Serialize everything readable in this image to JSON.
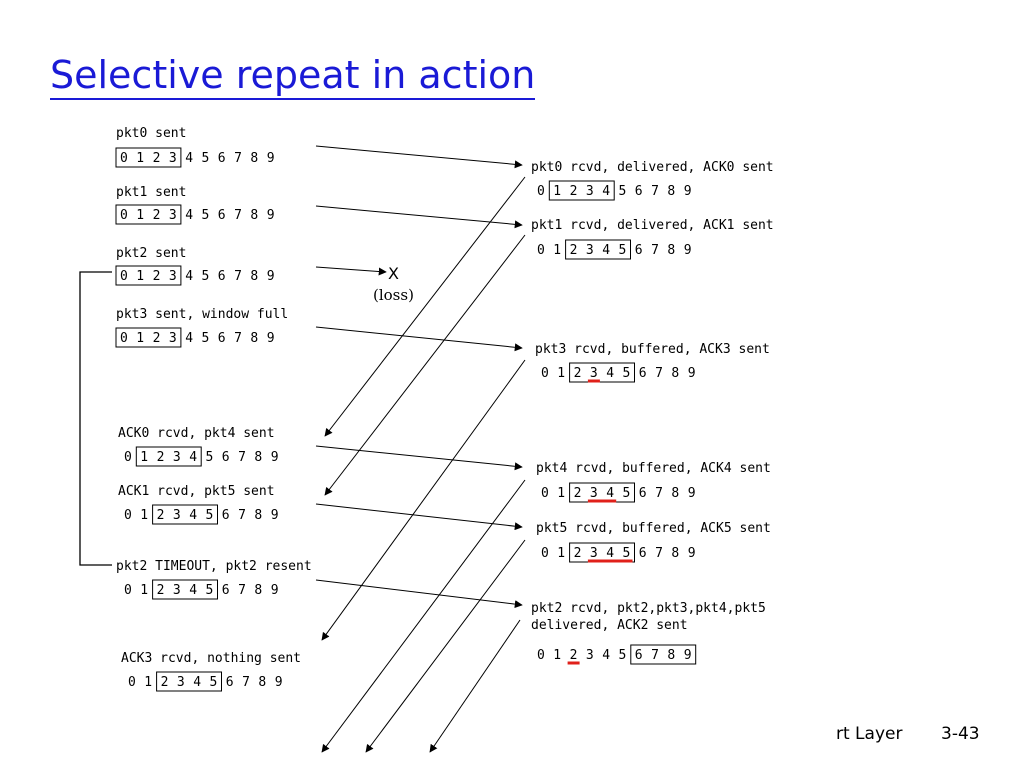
{
  "title": "Selective repeat in action",
  "sequence_numbers": [
    "0",
    "1",
    "2",
    "3",
    "4",
    "5",
    "6",
    "7",
    "8",
    "9"
  ],
  "sender_events": [
    {
      "label": "pkt0 sent",
      "window": [
        0,
        1,
        2,
        3
      ]
    },
    {
      "label": "pkt1 sent",
      "window": [
        0,
        1,
        2,
        3
      ]
    },
    {
      "label": "pkt2 sent",
      "window": [
        0,
        1,
        2,
        3
      ]
    },
    {
      "label": "pkt3 sent, window full",
      "window": [
        0,
        1,
        2,
        3
      ]
    },
    {
      "label": "ACK0 rcvd, pkt4 sent",
      "window": [
        1,
        2,
        3,
        4
      ]
    },
    {
      "label": "ACK1 rcvd, pkt5 sent",
      "window": [
        2,
        3,
        4,
        5
      ]
    },
    {
      "label": "pkt2 TIMEOUT, pkt2 resent",
      "window": [
        2,
        3,
        4,
        5
      ]
    },
    {
      "label": "ACK3 rcvd, nothing sent",
      "window": [
        2,
        3,
        4,
        5
      ]
    }
  ],
  "receiver_events": [
    {
      "label": "pkt0 rcvd, delivered, ACK0 sent",
      "window": [
        1,
        2,
        3,
        4
      ],
      "buffered": []
    },
    {
      "label": "pkt1 rcvd, delivered, ACK1 sent",
      "window": [
        2,
        3,
        4,
        5
      ],
      "buffered": []
    },
    {
      "label": "pkt3 rcvd, buffered, ACK3 sent",
      "window": [
        2,
        3,
        4,
        5
      ],
      "buffered": [
        3
      ]
    },
    {
      "label": "pkt4 rcvd, buffered, ACK4 sent",
      "window": [
        2,
        3,
        4,
        5
      ],
      "buffered": [
        3,
        4
      ]
    },
    {
      "label": "pkt5 rcvd, buffered, ACK5 sent",
      "window": [
        2,
        3,
        4,
        5
      ],
      "buffered": [
        3,
        4,
        5
      ]
    },
    {
      "label": "pkt2 rcvd, pkt2,pkt3,pkt4,pkt5",
      "label_line2": "delivered, ACK2 sent",
      "window": [
        6,
        7,
        8,
        9
      ],
      "buffered": [
        2
      ]
    }
  ],
  "loss": {
    "mark": "X",
    "label": "(loss)"
  },
  "footer": {
    "label": "rt Layer",
    "page": "3-43"
  },
  "colors": {
    "title": "#1a1ad6",
    "buffer_mark": "#e0201a",
    "line": "#000000"
  }
}
